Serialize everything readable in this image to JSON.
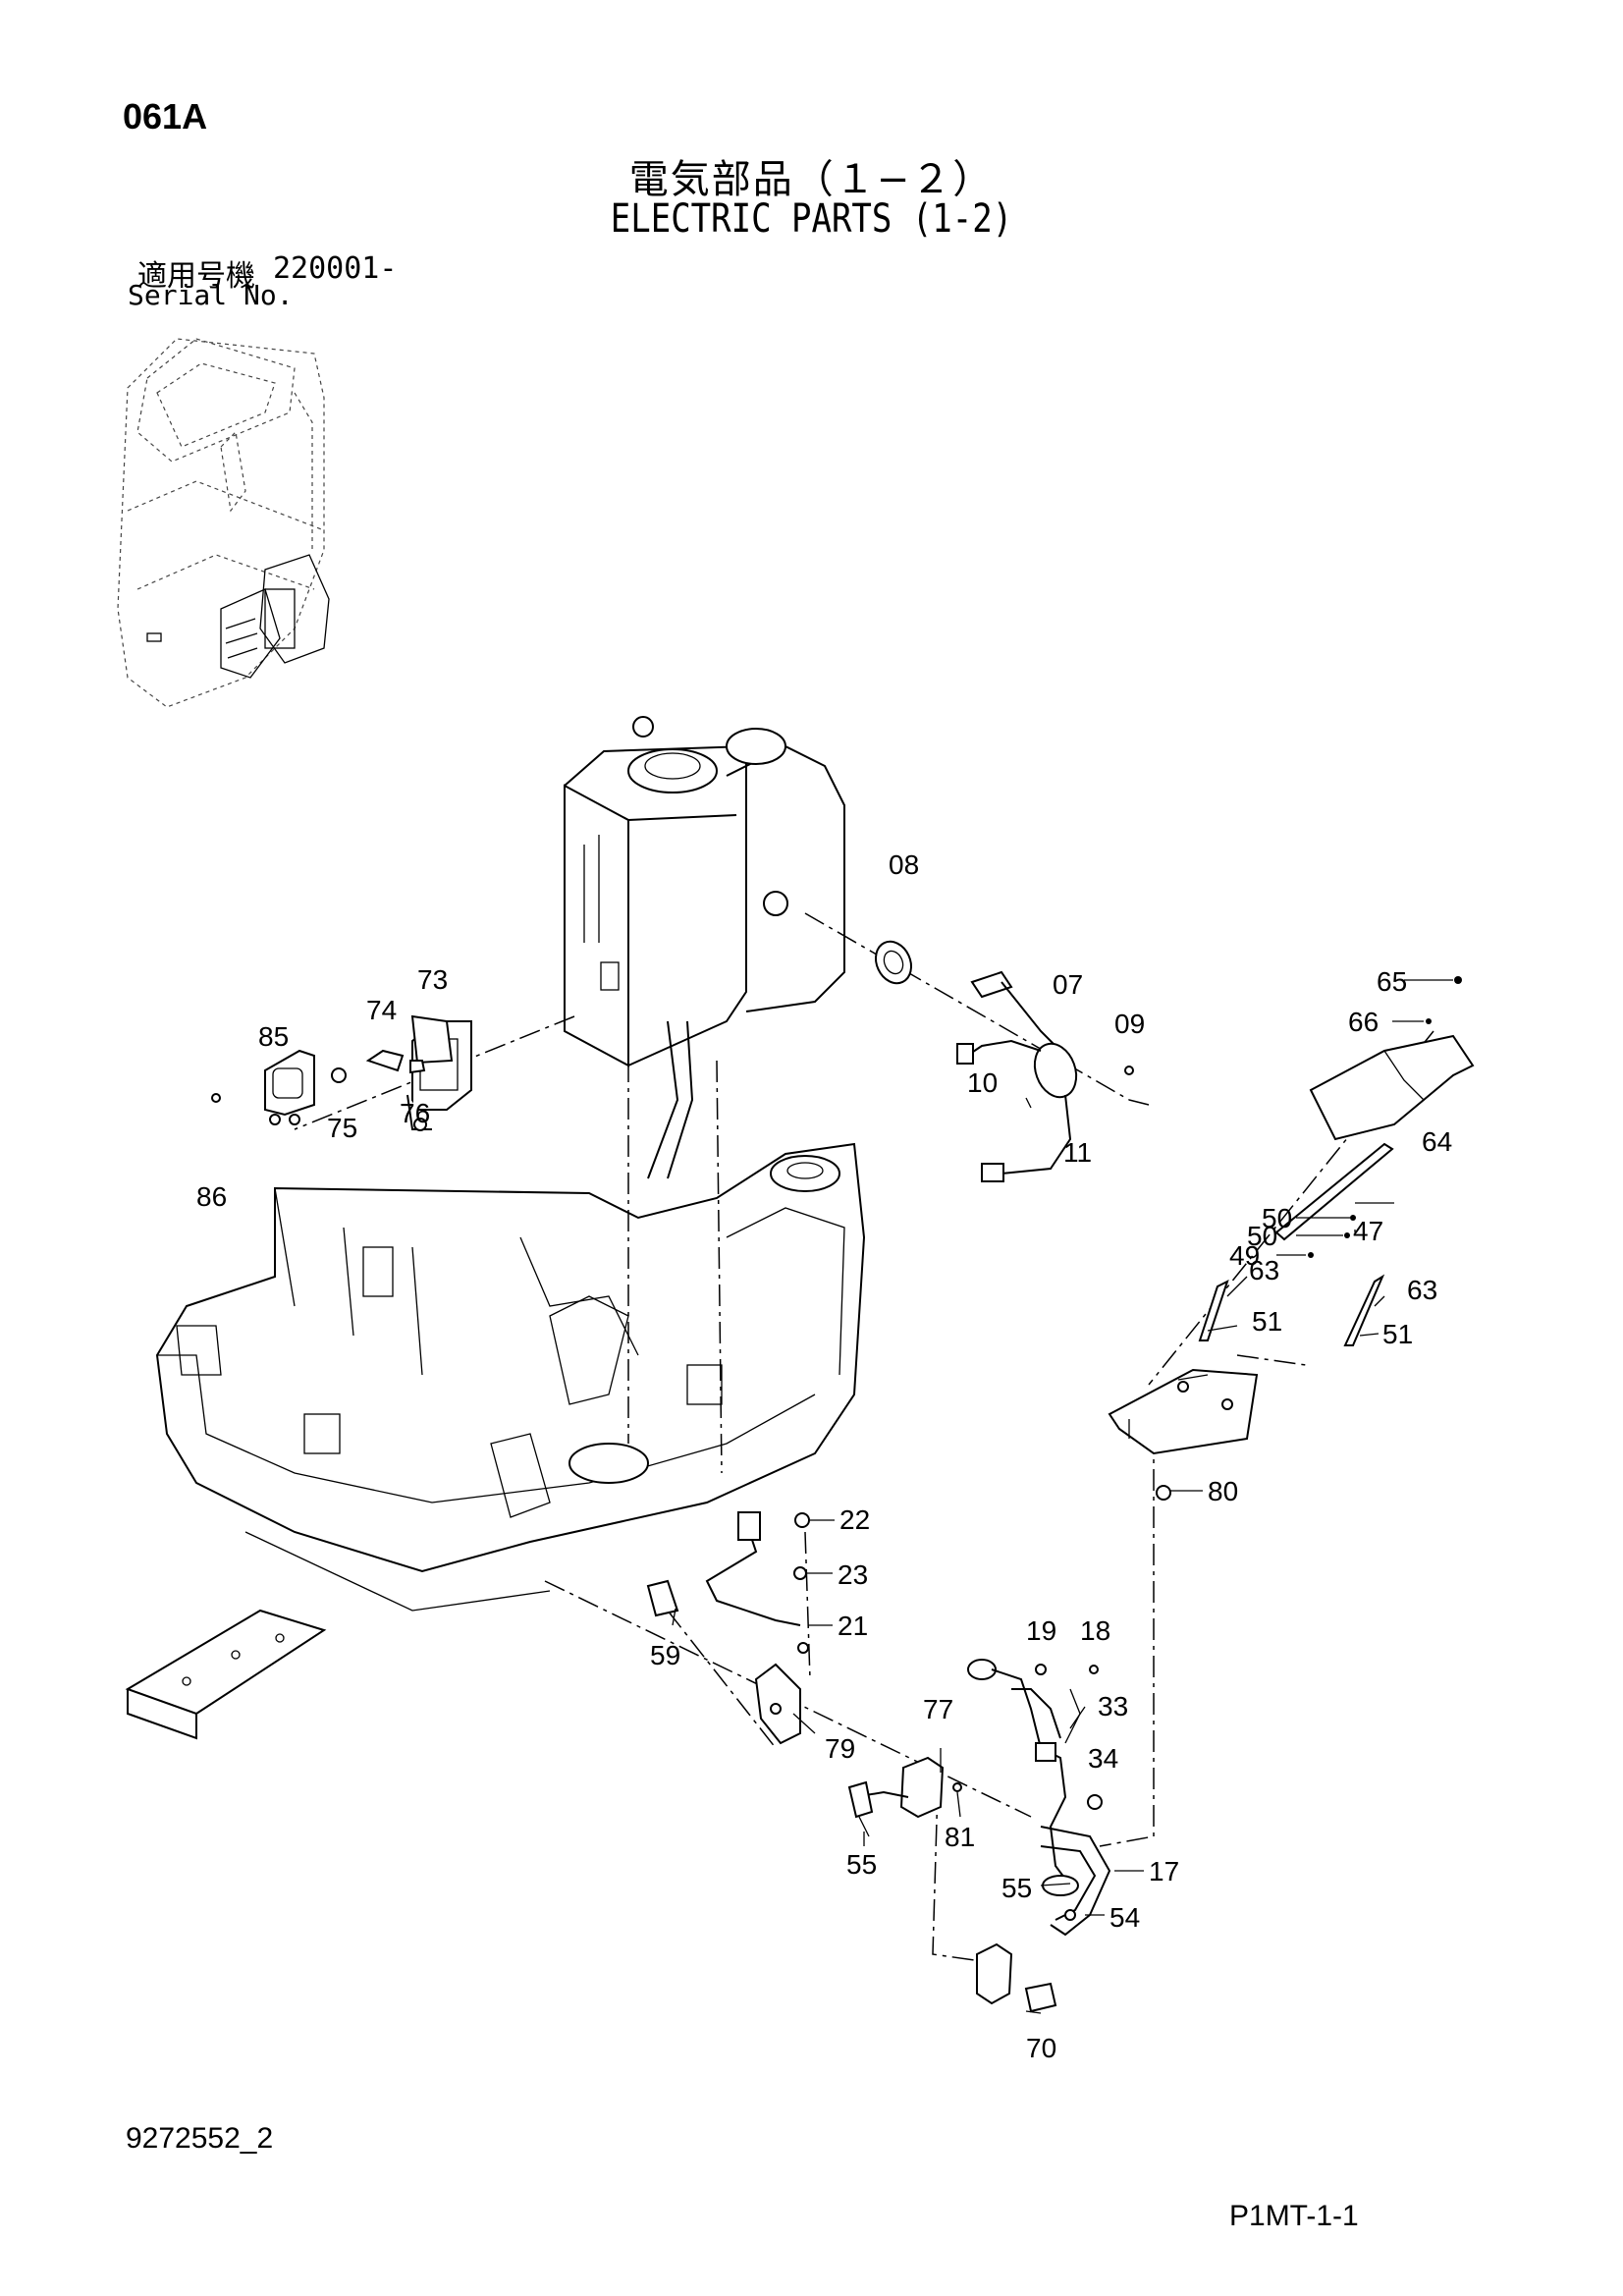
{
  "header": {
    "page_code": "061A",
    "title_jp": "電気部品（１−２）",
    "title_en": "ELECTRIC PARTS (1-2)",
    "serial_label_jp": "適用号機",
    "serial_value": "220001-",
    "serial_label_en": "Serial No."
  },
  "footer": {
    "doc_number": "9272552_2",
    "page_ref": "P1MT-1-1"
  },
  "callouts": {
    "c08": "08",
    "c07": "07",
    "c09": "09",
    "c10": "10",
    "c11": "11",
    "c65": "65",
    "c66": "66",
    "c64": "64",
    "c50a": "50",
    "c50b": "50",
    "c49": "49",
    "c47": "47",
    "c63a": "63",
    "c63b": "63",
    "c51a": "51",
    "c51b": "51",
    "c80": "80",
    "c73": "73",
    "c74": "74",
    "c85": "85",
    "c75": "75",
    "c76": "76",
    "c86": "86",
    "c22": "22",
    "c23": "23",
    "c21": "21",
    "c59": "59",
    "c79": "79",
    "c19": "19",
    "c18": "18",
    "c33": "33",
    "c34": "34",
    "c77": "77",
    "c81": "81",
    "c55a": "55",
    "c55b": "55",
    "c17": "17",
    "c54": "54",
    "c70": "70"
  }
}
